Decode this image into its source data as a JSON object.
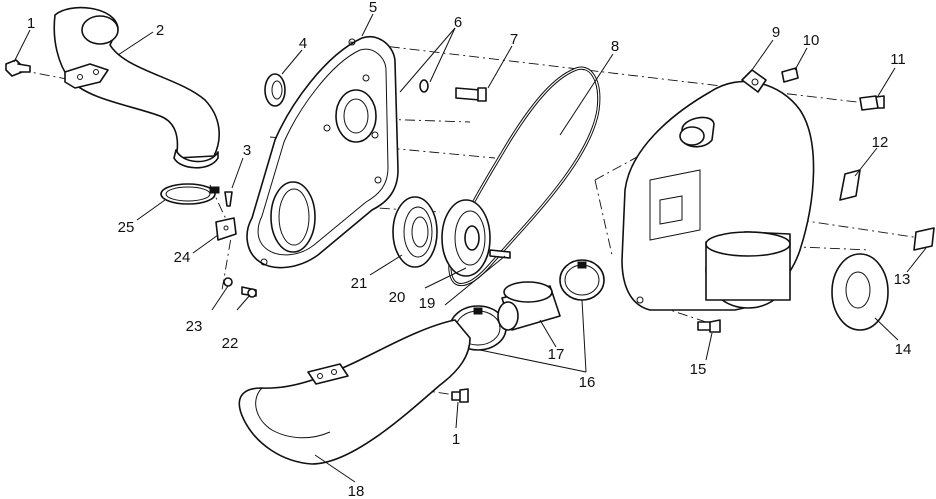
{
  "diagram": {
    "callouts": [
      {
        "id": "c1a",
        "text": "1"
      },
      {
        "id": "c2",
        "text": "2"
      },
      {
        "id": "c3",
        "text": "3"
      },
      {
        "id": "c4",
        "text": "4"
      },
      {
        "id": "c5",
        "text": "5"
      },
      {
        "id": "c6",
        "text": "6"
      },
      {
        "id": "c7",
        "text": "7"
      },
      {
        "id": "c8",
        "text": "8"
      },
      {
        "id": "c9",
        "text": "9"
      },
      {
        "id": "c10",
        "text": "10"
      },
      {
        "id": "c11",
        "text": "11"
      },
      {
        "id": "c12",
        "text": "12"
      },
      {
        "id": "c13",
        "text": "13"
      },
      {
        "id": "c14",
        "text": "14"
      },
      {
        "id": "c15",
        "text": "15"
      },
      {
        "id": "c16",
        "text": "16"
      },
      {
        "id": "c17",
        "text": "17"
      },
      {
        "id": "c18",
        "text": "18"
      },
      {
        "id": "c19",
        "text": "19"
      },
      {
        "id": "c20",
        "text": "20"
      },
      {
        "id": "c21",
        "text": "21"
      },
      {
        "id": "c22",
        "text": "22"
      },
      {
        "id": "c23",
        "text": "23"
      },
      {
        "id": "c24",
        "text": "24"
      },
      {
        "id": "c25",
        "text": "25"
      },
      {
        "id": "c1b",
        "text": "1"
      }
    ]
  }
}
